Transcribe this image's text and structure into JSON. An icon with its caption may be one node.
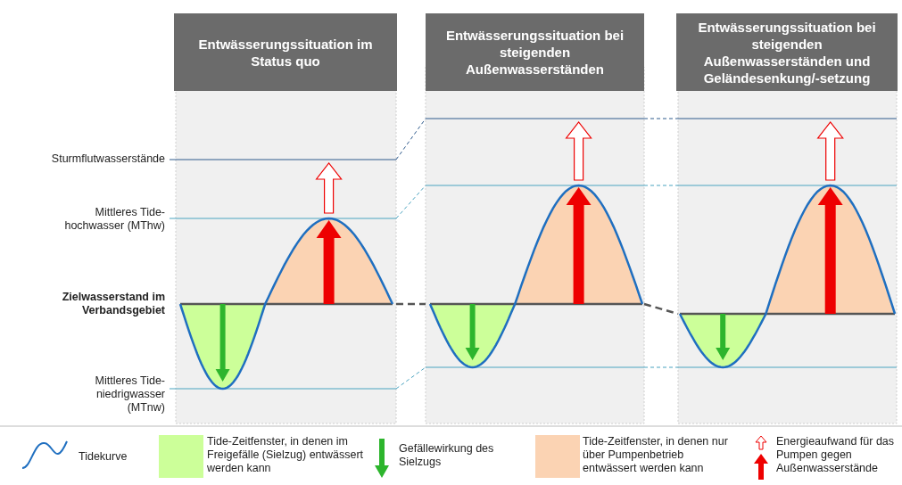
{
  "diagram": {
    "labels": [
      "Entwässerungssituation im Status quo",
      "Entwässerungssituation bei steigenden Außenwasserständen",
      "Entwässerungssituation bei steigenden Außenwasserständen und Geländesenkung/-setzung",
      "Sturmflutwasserstände",
      "Mittleres Tide-hochwasser (MThw)",
      "Zielwasserstand im Verbandsgebiet",
      "Mittleres Tide-niedrigwasser (MTnw)"
    ],
    "legend": [
      {
        "text": "Tidekurve"
      },
      {
        "text": "Tide-Zeitfenster, in denen im Freigefälle (Sielzug) entwässert werden kann",
        "color": "#ccff99"
      },
      {
        "text": "Gefällewirkung des Sielzugs"
      },
      {
        "text": "Tide-Zeitfenster, in denen nur über Pumpenbetrieb entwässert werden kann",
        "color": "#fbd3b3"
      },
      {
        "text": "Energieaufwand für das Pumpen gegen Außenwasserstände"
      }
    ]
  }
}
